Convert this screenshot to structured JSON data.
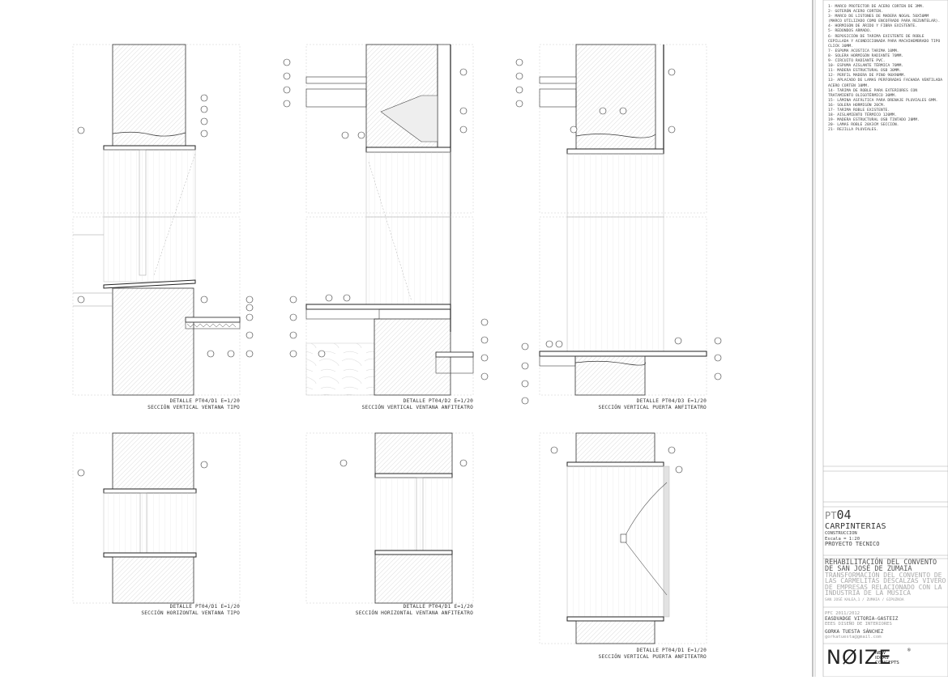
{
  "legend": [
    "1- MARCO PROTECTOR DE ACERO CORTEN DE 3MM.",
    "2- GOTERÓN ACERO CORTEN.",
    "3- MARCO DE LISTONES DE MADERA NOGAL 50X50MM (MARCO UTILIZADO COMO ENCOFRADO PARA REZUNTELAR).",
    "4- HORMIGÓN DE ÁRIDO Y FIBRA EXISTENTE.",
    "5- REDONDOS ARMADO.",
    "6- REPOSICIÓN DE TARIMA EXISTENTE DE ROBLE CEPILLADA Y ACONDICIONADA PARA MACHIHEMBRADO TIPO CLICK 30MM.",
    "7- ESPUMA ACÚSTICA TARIMA 10MM.",
    "8- SOLERA HORMIGÓN RADIANTE 70MM.",
    "9- CIRCUITO RADIANTE PVC.",
    "10- ESPUMA AISLANTE TÉRMICA 70MM.",
    "11- MADERA ESTRUCTURAL OSB 30MM.",
    "12- PERFIL MADERA DE PINO 90X90MM.",
    "13- APLACADO DE LAMAS PERFORADAS FACHADA VENTILADA ACERO CORTEN 10MM.",
    "14- TARIMA DE ROBLE PARA EXTERIORES CON TRATAMIENTO OLIGOTÉRMICO 30MM.",
    "15- LÁMINA ASFÁLTICA PARA DRENAJE PLUVIALES 6MM.",
    "16- SOLERA HORMIGÓN 20CM.",
    "17- TARIMA ROBLE EXISTENTE.",
    "18- AISLAMIENTO TÉRMICO 120MM.",
    "19- MADERA ESTRUCTURAL OSB TINTADO 20MM.",
    "20- LAMAS ROBLE 20X3CM SECCIÓN.",
    "21- REJILLA PLUVIALES."
  ],
  "captions": [
    {
      "l1": "DETALLE PT04/D1 E=1/20",
      "l2": "SECCIÓN VERTICAL VENTANA TIPO"
    },
    {
      "l1": "DETALLE PT04/D2 E=1/20",
      "l2": "SECCIÓN VERTICAL VENTANA ANFITEATRO"
    },
    {
      "l1": "DETALLE PT04/D3 E=1/20",
      "l2": "SECCIÓN VERTICAL PUERTA ANFITEATRO"
    },
    {
      "l1": "DETALLE PT04/D1 E=1/20",
      "l2": "SECCIÓN HORIZONTAL VENTANA TIPO"
    },
    {
      "l1": "DETALLE PT04/D1 E=1/20",
      "l2": "SECCIÓN HORIZONTAL VENTANA ANFITEATRO"
    },
    {
      "l1": "DETALLE PT04/D1 E=1/20",
      "l2": "SECCIÓN VERTICAL PUERTA ANFITEATRO"
    }
  ],
  "title_block": {
    "code_prefix": "PT",
    "code_number": "04",
    "sheet_title": "CARPINTERIAS",
    "category": "CONSTRUCCION",
    "scale": "Escala = 1:20",
    "section": "PROYECTO TECNICO",
    "project_title": "REHABILITACIÓN DEL CONVENTO DE SAN JOSÉ DE ZUMAIA",
    "project_subtitle": "TRANSFORMACIÓN DEL CONVENTO DE LAS CARMELITAS DESCALZAS VIVERO DE EMPRESAS RELACIONADO CON LA INDUSTRIA DE LA MÚSICA",
    "address": "SAN JOSÉ KALEA,1 / ZUMAIA / GIPUZKOA",
    "course": "PFC 2011/2012",
    "school": "EASDVADGE VITORIA-GASTEIZ",
    "degree": "EEES DISEÑO DE INTERIORES",
    "author": "GORKA TUESTA SÁNCHEZ",
    "email": "gorkatuesta@gmail.com"
  },
  "logo": {
    "wordmark": "NØIZE",
    "l1": "NEW",
    "l2": "IDEAS",
    "l3": "CONCEPTS",
    "mark": "®"
  }
}
